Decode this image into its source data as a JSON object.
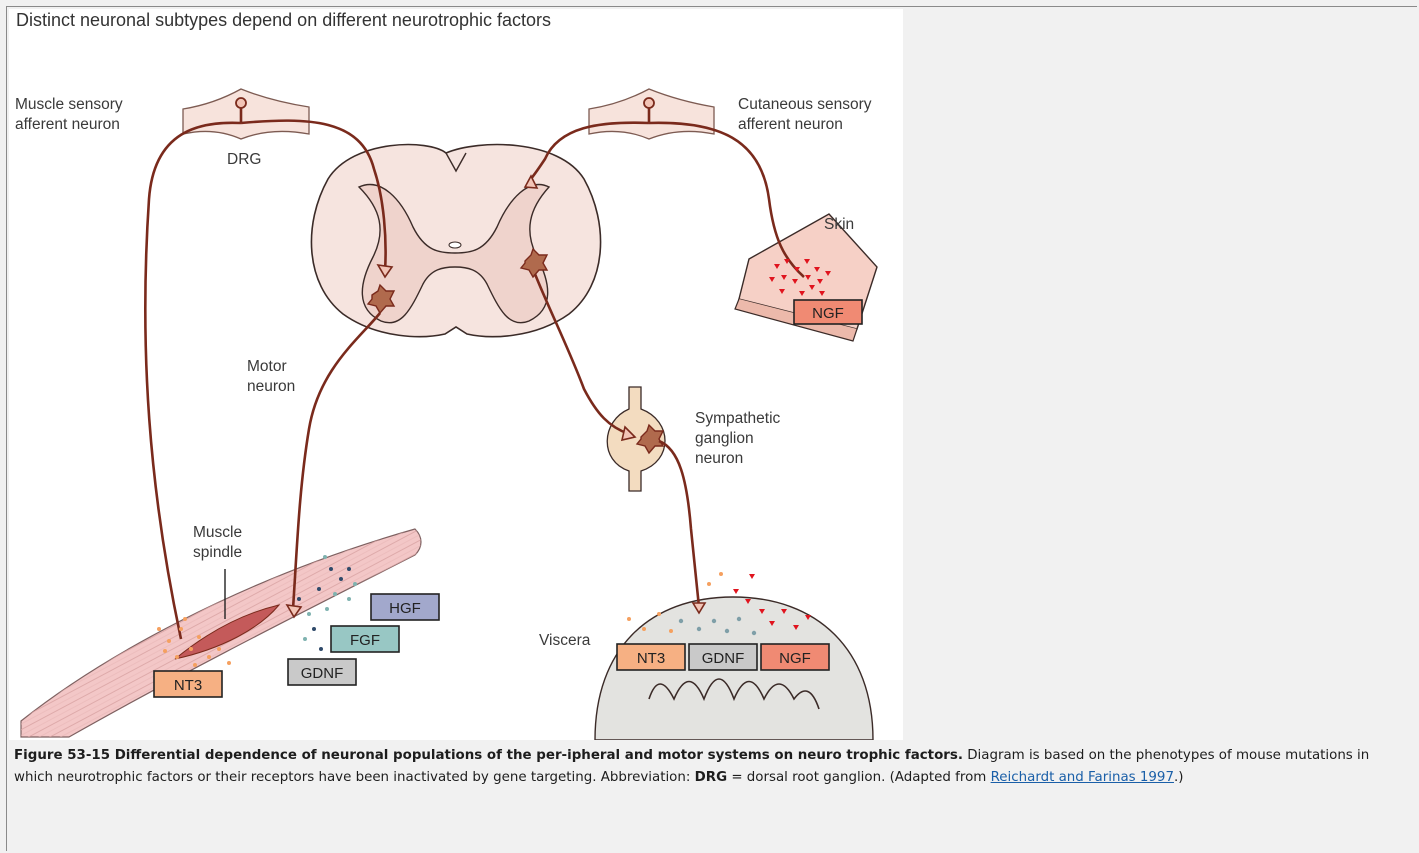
{
  "figure": {
    "title": "Distinct neuronal subtypes depend on different neurotrophic factors",
    "labels": {
      "muscle_sensory_1": "Muscle sensory",
      "muscle_sensory_2": "afferent neuron",
      "drg": "DRG",
      "cutaneous_1": "Cutaneous sensory",
      "cutaneous_2": "afferent neuron",
      "skin": "Skin",
      "motor_1": "Motor",
      "motor_2": "neuron",
      "sympathetic_1": "Sympathetic",
      "sympathetic_2": "ganglion",
      "sympathetic_3": "neuron",
      "muscle_spindle_1": "Muscle",
      "muscle_spindle_2": "spindle",
      "viscera": "Viscera"
    },
    "factor_boxes": {
      "ngf_skin": "NGF",
      "hgf": "HGF",
      "fgf": "FGF",
      "gdnf_muscle": "GDNF",
      "nt3_muscle": "NT3",
      "nt3_viscera": "NT3",
      "gdnf_viscera": "GDNF",
      "ngf_viscera": "NGF"
    },
    "colors": {
      "neuron": "#7a2a1c",
      "spinal_cord": "#f6e4df",
      "grey_matter": "#efd3cc",
      "ngf": "#f08a73",
      "nt3": "#f6b083",
      "gdnf": "#c9c9c9",
      "fgf": "#98c7c4",
      "hgf": "#a2a8cc",
      "muscle": "#f3c7c7",
      "ganglion": "#f3dcc0"
    }
  },
  "caption": {
    "bold_title": "Figure 53-15 Differential dependence of neuronal populations of the per-ipheral and motor systems on neuro trophic factors.",
    "text_1": " Diagram is based on the phenotypes of mouse mutations in which neurotrophic factors or their receptors have been inactivated by gene targeting. Abbreviation: ",
    "abbr": "DRG",
    "text_2": " = dorsal root ganglion. (Adapted from ",
    "link": "Reichardt and Farinas 1997",
    "text_3": ".)"
  }
}
